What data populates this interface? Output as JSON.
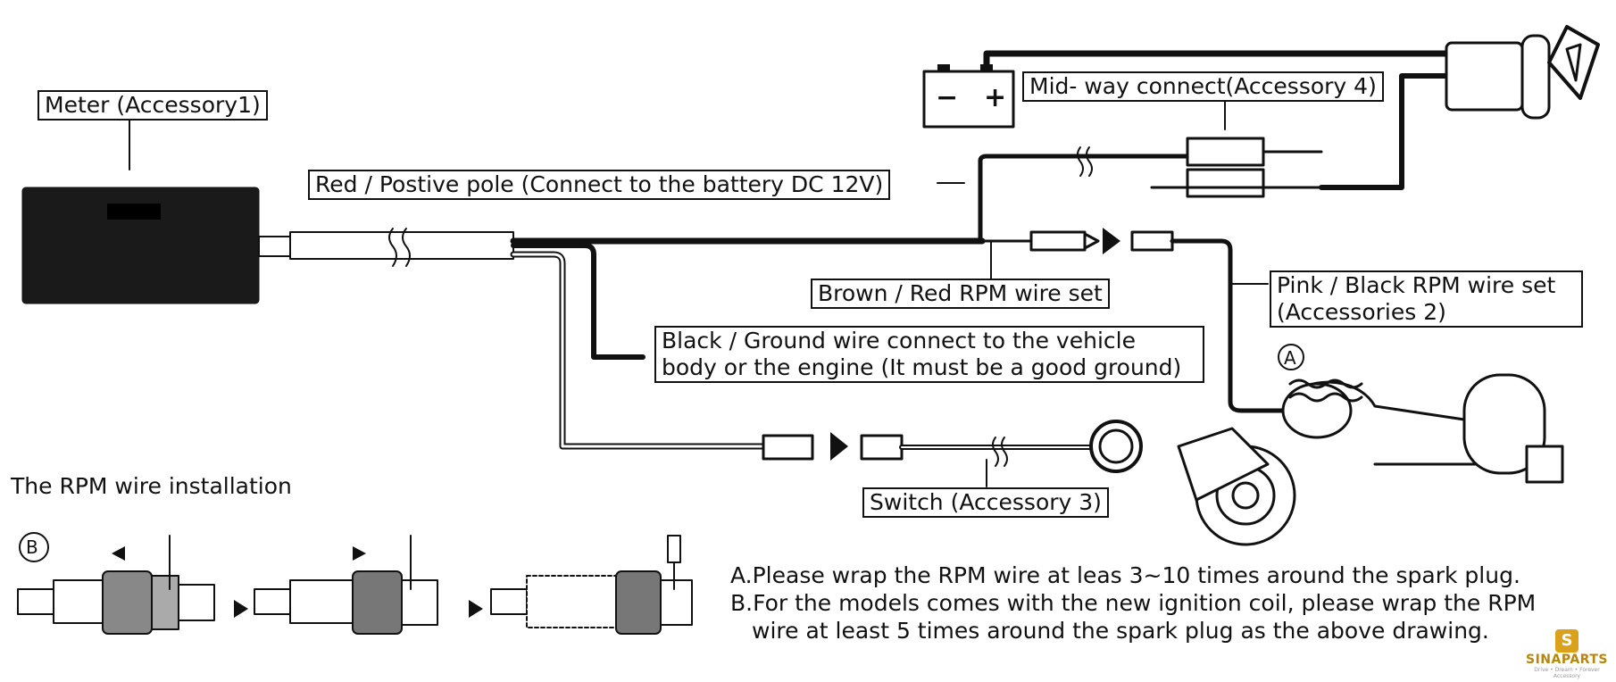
{
  "labels": {
    "meter": "Meter (Accessory1)",
    "red_wire": "Red / Postive  pole (Connect to the battery DC 12V)",
    "mid_way": "Mid- way connect(Accessory 4)",
    "brown_wire": "Brown / Red RPM wire set",
    "pink_wire_line1": "Pink / Black RPM wire set",
    "pink_wire_line2": "(Accessories 2)",
    "ground_line1": "Black / Ground wire connect to the vehicle",
    "ground_line2": "body or the engine (It must be a good ground)",
    "switch": "Switch (Accessory 3)",
    "rpm_title": "The RPM wire installation",
    "marker_a": "A",
    "marker_b": "B"
  },
  "battery": {
    "minus": "−",
    "plus": "+"
  },
  "notes": {
    "a": "A.Please wrap the RPM wire at leas 3~10 times around the spark plug.",
    "b_line1": "B.For the models comes with the new ignition coil, please wrap the RPM",
    "b_line2": "wire at least 5 times around the spark plug as the above drawing."
  },
  "logo": {
    "brand": "SINAPARTS",
    "tagline": "Drive • Dream • Forever Accessory",
    "badge": "S"
  }
}
